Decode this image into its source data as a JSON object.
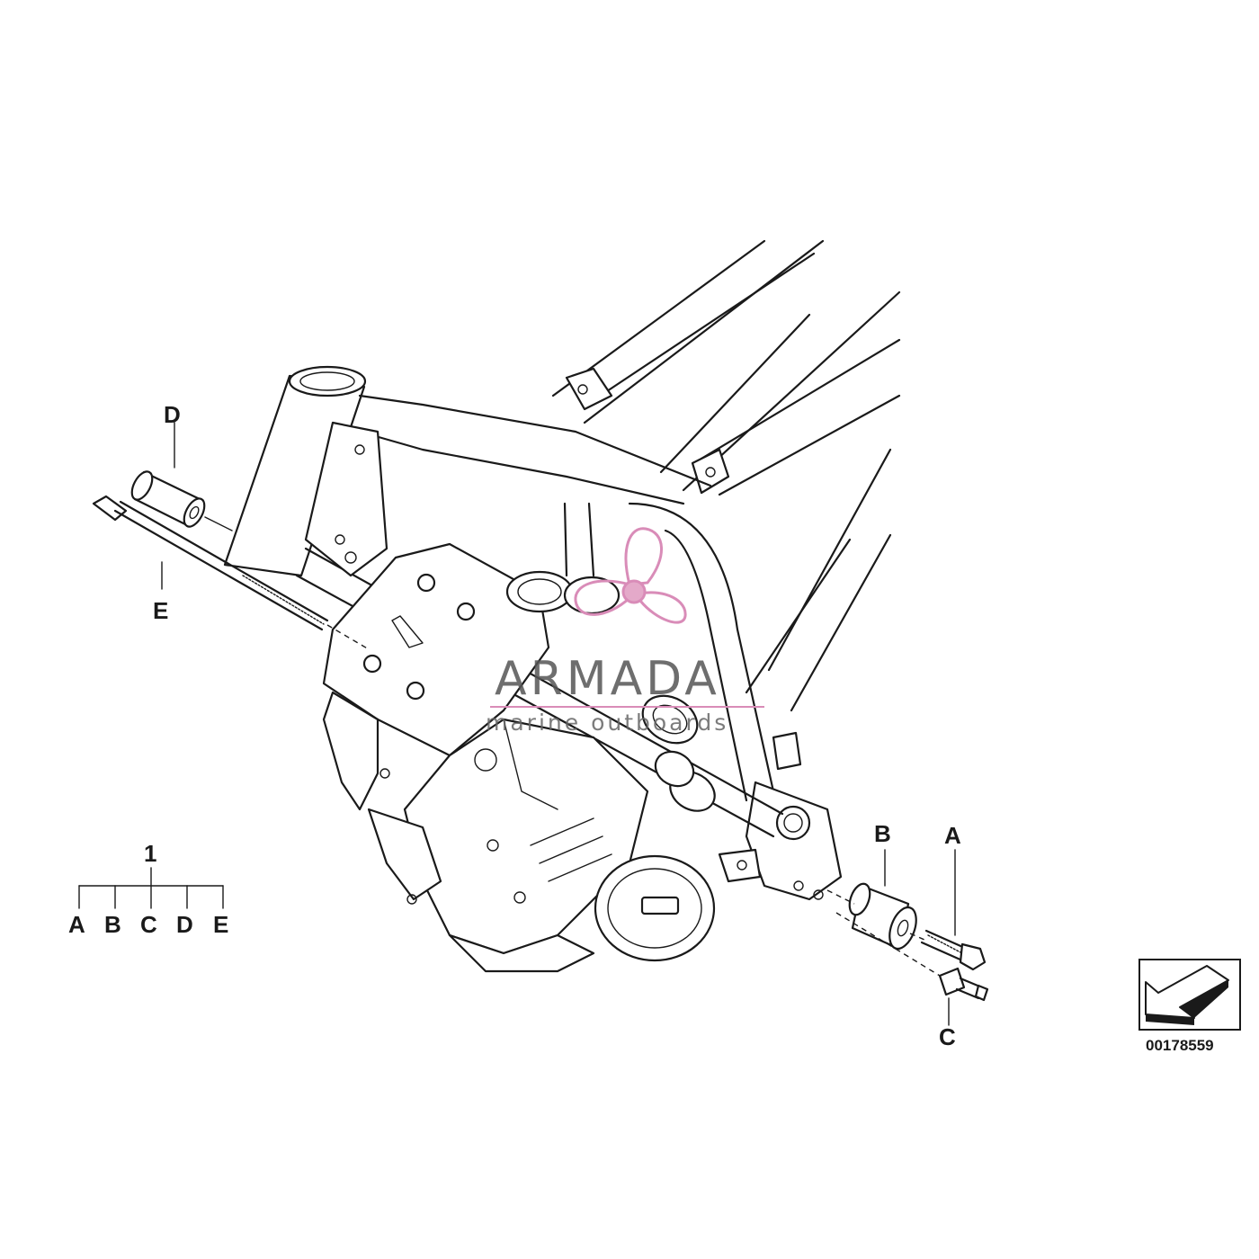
{
  "diagram": {
    "callouts": {
      "a": "A",
      "b": "B",
      "c": "C",
      "d": "D",
      "e": "E"
    },
    "kit": {
      "number": "1",
      "members": [
        "A",
        "B",
        "C",
        "D",
        "E"
      ]
    },
    "reference_code": "00178559"
  },
  "watermark": {
    "brand": "ARMADA",
    "tagline": "marine outboards",
    "accent_color": "#d98cb8"
  },
  "colors": {
    "line": "#1a1a1a",
    "background": "#ffffff"
  },
  "icons": {
    "orientation": "arrow-symbol-icon",
    "logo": "propeller-logo-icon"
  }
}
